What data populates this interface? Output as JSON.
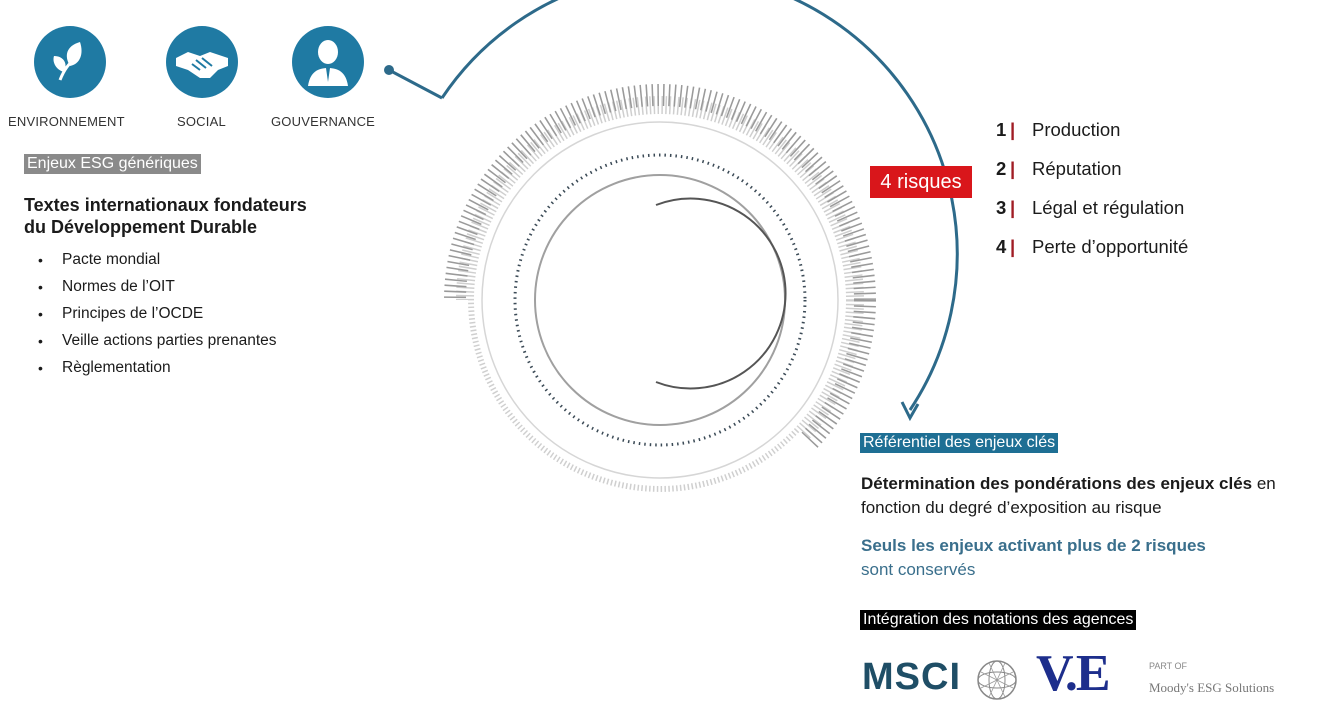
{
  "pillars": [
    {
      "label": "ENVIRONNEMENT",
      "icon": "leaf-icon"
    },
    {
      "label": "SOCIAL",
      "icon": "handshake-icon"
    },
    {
      "label": "GOUVERNANCE",
      "icon": "person-icon"
    }
  ],
  "left": {
    "tag": "Enjeux ESG génériques",
    "title_line1": "Textes internationaux fondateurs",
    "title_line2": "du Développement Durable",
    "bullets": [
      "Pacte mondial",
      "Normes de l’OIT",
      "Principes de l’OCDE",
      "Veille actions parties prenantes",
      "Règlementation"
    ]
  },
  "risks": {
    "badge": "4 risques",
    "separator": "|",
    "items": [
      {
        "num": "1",
        "label": "Production"
      },
      {
        "num": "2",
        "label": "Réputation"
      },
      {
        "num": "3",
        "label": "Légal et régulation"
      },
      {
        "num": "4",
        "label": "Perte d’opportunité"
      }
    ]
  },
  "right": {
    "tag": "Référentiel des enjeux clés",
    "det_bold": "Détermination des pondérations des enjeux clés",
    "det_rest": " en fonction du degré d’exposition au risque",
    "keep_bold": "Seuls les enjeux activant plus de 2 risques",
    "keep_rest": "sont conservés",
    "agencies_tag": "Intégration des notations des agences",
    "logos": {
      "msci": "MSCI",
      "ve": "V.E",
      "moodys_small": "PART OF",
      "moodys": "Moody's ESG Solutions"
    }
  },
  "colors": {
    "icon_blue": "#1f7aa3",
    "arc_blue": "#2d6a8a",
    "risk_red": "#d9161b",
    "tag_gray": "#8a8a8a",
    "tag_blue": "#1e6f94"
  }
}
